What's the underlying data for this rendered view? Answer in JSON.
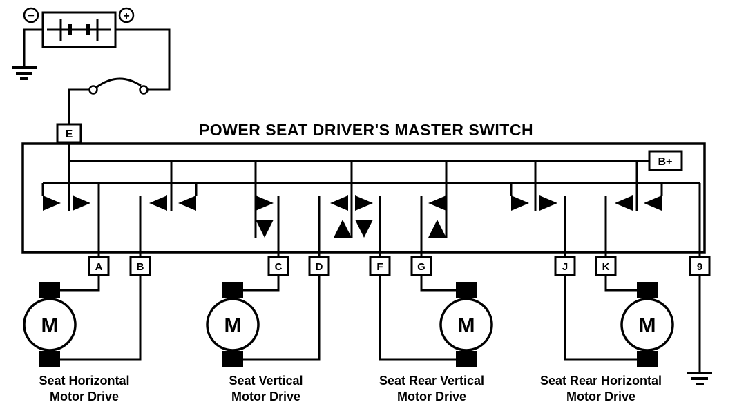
{
  "title": "POWER SEAT DRIVER'S MASTER SWITCH",
  "battery": {
    "minus": "−",
    "plus": "+"
  },
  "switch_feed_label": "E",
  "bplus_label": "B+",
  "terminals": [
    "A",
    "B",
    "C",
    "D",
    "F",
    "G",
    "J",
    "K",
    "9"
  ],
  "motors": [
    {
      "symbol": "M",
      "line1": "Seat Horizontal",
      "line2": "Motor Drive"
    },
    {
      "symbol": "M",
      "line1": "Seat Vertical",
      "line2": "Motor Drive"
    },
    {
      "symbol": "M",
      "line1": "Seat Rear Vertical",
      "line2": "Motor Drive"
    },
    {
      "symbol": "M",
      "line1": "Seat Rear Horizontal",
      "line2": "Motor Drive"
    }
  ],
  "colors": {
    "line": "#000000",
    "background": "#ffffff"
  }
}
